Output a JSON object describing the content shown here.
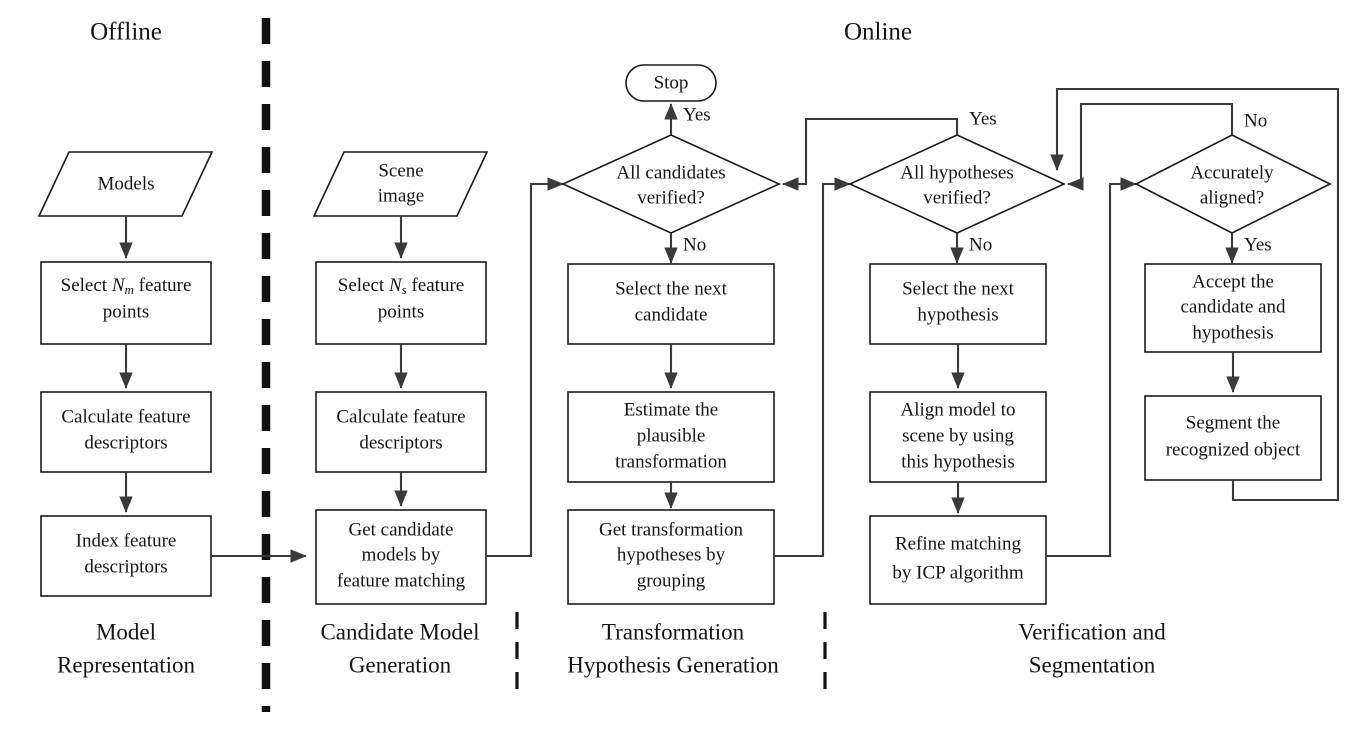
{
  "figure": {
    "type": "flowchart",
    "title": "Object recognition pipeline flowchart",
    "background_color": "#ffffff",
    "line_color": "#3a3a3a",
    "shape_stroke_color": "#1a1a1a"
  },
  "mode_labels": {
    "offline": "Offline",
    "online": "Online"
  },
  "phases": [
    {
      "id": "model-representation",
      "line1": "Model",
      "line2": "Representation"
    },
    {
      "id": "candidate-model-generation",
      "line1": "Candidate Model",
      "line2": "Generation"
    },
    {
      "id": "transformation-hypothesis-generation",
      "line1": "Transformation",
      "line2": "Hypothesis Generation"
    },
    {
      "id": "verification-and-segmentation",
      "line1": "Verification and",
      "line2": "Segmentation"
    }
  ],
  "nodes": {
    "models": {
      "shape": "parallelogram",
      "text": "Models"
    },
    "select_nm": {
      "shape": "rect",
      "line1_a": "Select ",
      "line1_var": "N",
      "line1_sub": "m",
      "line1_b": " feature",
      "line2": "points"
    },
    "calc_desc_model": {
      "shape": "rect",
      "line1": "Calculate feature",
      "line2": "descriptors"
    },
    "index_desc": {
      "shape": "rect",
      "line1": "Index feature",
      "line2": "descriptors"
    },
    "scene_image": {
      "shape": "parallelogram",
      "line1": "Scene",
      "line2": "image"
    },
    "select_ns": {
      "shape": "rect",
      "line1_a": "Select ",
      "line1_var": "N",
      "line1_sub": "s",
      "line1_b": " feature",
      "line2": "points"
    },
    "calc_desc_scene": {
      "shape": "rect",
      "line1": "Calculate feature",
      "line2": "descriptors"
    },
    "get_candidate_models": {
      "shape": "rect",
      "line1": "Get candidate",
      "line2": "models by",
      "line3": "feature matching"
    },
    "stop": {
      "shape": "stadium",
      "text": "Stop"
    },
    "all_candidates_verified": {
      "shape": "diamond",
      "line1": "All candidates",
      "line2": "verified?"
    },
    "select_next_candidate": {
      "shape": "rect",
      "line1": "Select the next",
      "line2": "candidate"
    },
    "estimate_transformation": {
      "shape": "rect",
      "line1": "Estimate the",
      "line2": "plausible",
      "line3": "transformation"
    },
    "get_transformation_hypotheses": {
      "shape": "rect",
      "line1": "Get transformation",
      "line2": "hypotheses by",
      "line3": "grouping"
    },
    "all_hypotheses_verified": {
      "shape": "diamond",
      "line1": "All hypotheses",
      "line2": "verified?"
    },
    "select_next_hypothesis": {
      "shape": "rect",
      "line1": "Select the next",
      "line2": "hypothesis"
    },
    "align_model": {
      "shape": "rect",
      "line1": "Align model to",
      "line2": "scene by using",
      "line3": "this hypothesis"
    },
    "refine_icp": {
      "shape": "rect",
      "line1": "Refine matching",
      "line2": "by ICP algorithm"
    },
    "accurately_aligned": {
      "shape": "diamond",
      "line1": "Accurately",
      "line2": "aligned?"
    },
    "accept_candidate": {
      "shape": "rect",
      "line1": "Accept the",
      "line2": "candidate and",
      "line3": "hypothesis"
    },
    "segment_object": {
      "shape": "rect",
      "line1": "Segment the",
      "line2": "recognized object"
    }
  },
  "edge_labels": {
    "candidates_yes": "Yes",
    "candidates_no": "No",
    "hypotheses_yes": "Yes",
    "hypotheses_no": "No",
    "aligned_no": "No",
    "aligned_yes": "Yes"
  }
}
